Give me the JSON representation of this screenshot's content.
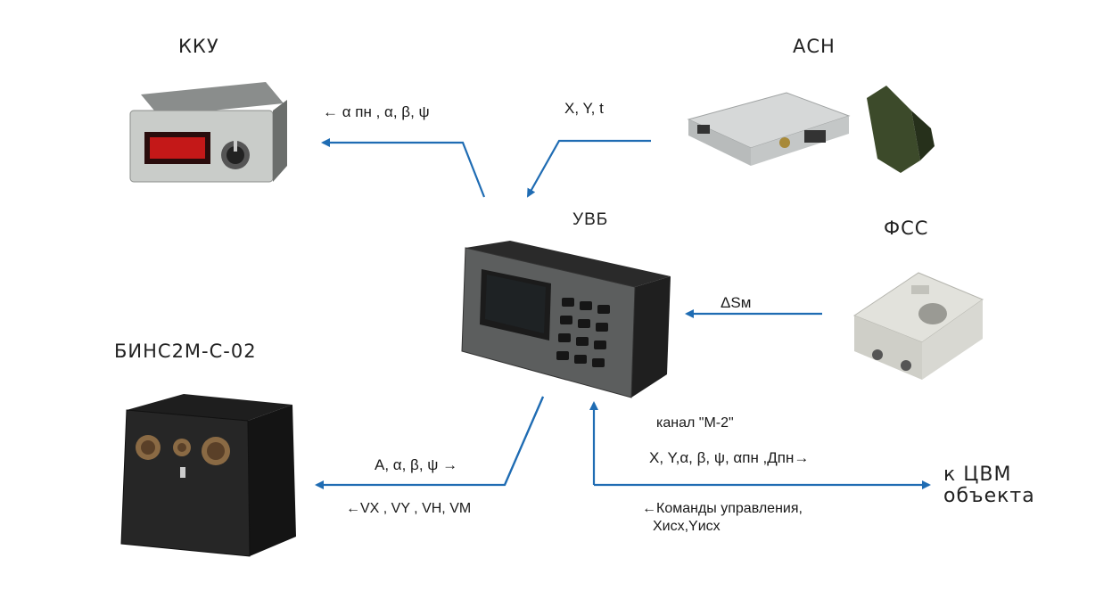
{
  "devices": {
    "kku": "ККУ",
    "ash": "АСН",
    "uvb": "УВБ",
    "fss": "ФСС",
    "bins": "БИНС2М-С-02",
    "cvm_line1": "к ЦВМ",
    "cvm_line2": "объекта"
  },
  "labels": {
    "kku_params": "← α пн , α, β, ψ",
    "ash_params": "X, Y, t",
    "fss_params": "ΔSм",
    "bins_out": "A, α, β, ψ →",
    "bins_in": "←VX , VY , VH, VM",
    "channel": "канал \"М-2\"",
    "cvm_out": "X, Y,α, β, ψ, αпн ,Дпн→",
    "cvm_in_line1": "←Команды управления,",
    "cvm_in_line2": "Хисх,Yисх"
  },
  "colors": {
    "arrow": "#1f6cb3"
  }
}
